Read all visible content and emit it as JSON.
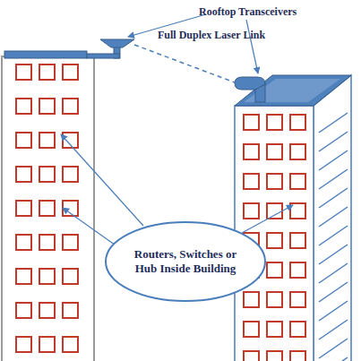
{
  "diagram": {
    "nodes": [
      {
        "text": [
          "Routers, Switches or Hub Inside Building"
        ]
      }
    ],
    "labels": [
      "Rooftop Transceivers",
      "Full Duplex Laser Link"
    ]
  }
}
